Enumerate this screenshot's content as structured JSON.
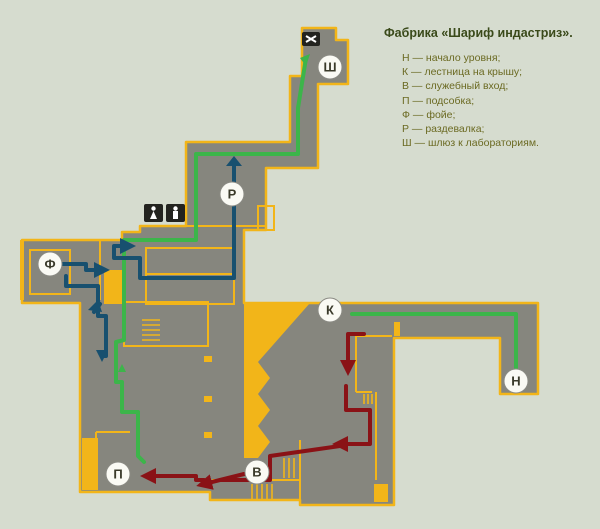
{
  "title": "Фабрика «Шариф индастриз».",
  "legend": [
    "Н — начало уровня;",
    "К — лестница на крышу;",
    "В — служебный вход;",
    "П — подсобка;",
    "Ф — фойе;",
    "Р — раздевалка;",
    "Ш — шлюз к лабораториям."
  ],
  "markers": {
    "start": "Н",
    "roof_stairs": "К",
    "service_entrance": "В",
    "storeroom": "П",
    "foyer": "Ф",
    "locker_room": "Р",
    "lab_airlock": "Ш"
  },
  "icons": [
    "exit-icon",
    "restroom-female-icon",
    "restroom-male-icon"
  ],
  "colors": {
    "background": "#d6dccf",
    "floor": "#86867e",
    "wall": "#f2b519",
    "route_green": "#3cb54a",
    "route_blue": "#18506f",
    "route_red": "#8a1216",
    "marker_bg": "#fafaf4"
  }
}
